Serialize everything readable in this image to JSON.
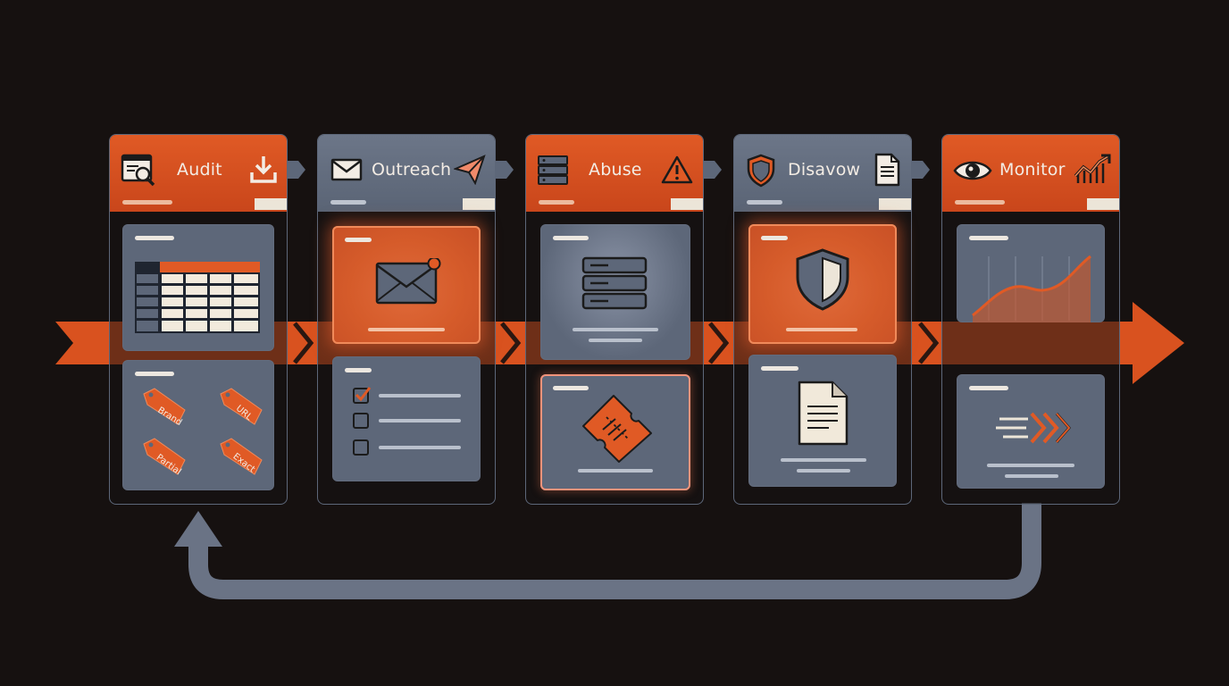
{
  "stages": [
    {
      "title": "Audit",
      "head_color": "#d7521f",
      "icons": [
        "browser-search-icon",
        "download-icon"
      ],
      "tag_labels": [
        "Brand",
        "URL",
        "Partial",
        "Exact"
      ]
    },
    {
      "title": "Outreach",
      "head_color": "#626c7e",
      "icons": [
        "envelope-icon",
        "paper-plane-icon"
      ]
    },
    {
      "title": "Abuse",
      "head_color": "#d7521f",
      "icons": [
        "server-icon",
        "warning-icon"
      ]
    },
    {
      "title": "Disavow",
      "head_color": "#626c7e",
      "icons": [
        "shield-icon",
        "document-icon"
      ]
    },
    {
      "title": "Monitor",
      "head_color": "#d7521f",
      "icons": [
        "eye-icon",
        "trend-chart-icon"
      ]
    }
  ],
  "colors": {
    "background": "#161110",
    "accent_orange": "#d9521f",
    "slate": "#5d6779",
    "cream": "#ece5d8",
    "loop_arrow": "#6a7385"
  }
}
